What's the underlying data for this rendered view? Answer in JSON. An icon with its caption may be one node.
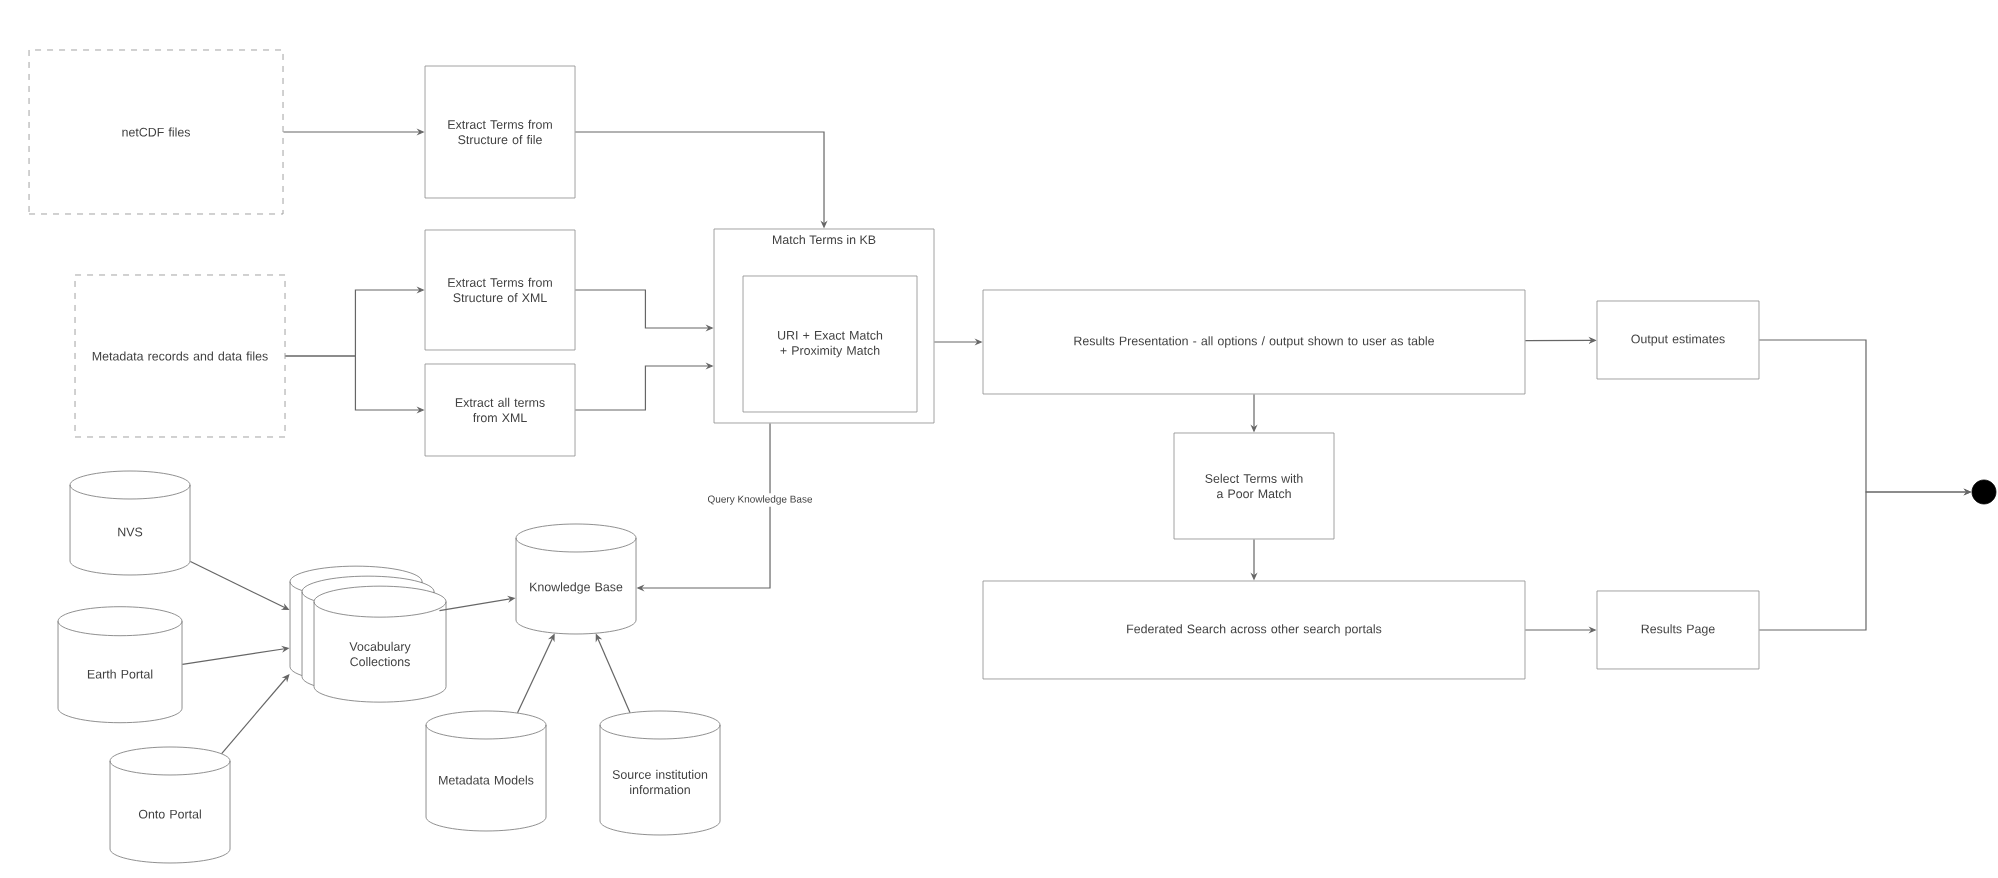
{
  "diagram": {
    "nodes": [
      {
        "text": [
          "netCDF files"
        ]
      },
      {
        "text": [
          "Extract Terms from Structure of file"
        ]
      },
      {
        "text": [
          "Metadata records and data files"
        ]
      },
      {
        "text": [
          "Extract Terms from Structure of XML"
        ]
      },
      {
        "text": [
          "Extract all terms from XML"
        ]
      },
      {
        "text": [
          "Match Terms in KB"
        ]
      },
      {
        "text": [
          "URI + Exact Match + Proximity Match"
        ],
        "in": 5
      },
      {
        "text": [
          "Results Presentation - all options / output shown to user as table"
        ]
      },
      {
        "text": [
          "Output estimates"
        ]
      },
      {
        "text": [
          "Select Terms with a Poor Match"
        ]
      },
      {
        "text": [
          "Federated Search across other search portals"
        ]
      },
      {
        "text": [
          "Results Page"
        ]
      },
      {
        "text": [],
        "shape": "circle"
      },
      {
        "text": [
          "NVS"
        ]
      },
      {
        "text": [
          "Earth Portal"
        ]
      },
      {
        "text": [
          "Onto Portal"
        ]
      },
      {
        "text": [
          "Vocabulary Collections"
        ]
      },
      {
        "text": [
          "Knowledge Base"
        ]
      },
      {
        "text": [
          "Metadata Models"
        ]
      },
      {
        "text": [
          "Source institution information"
        ]
      }
    ],
    "edges": [
      {
        "from": 0,
        "to": 1,
        "arrow": "to"
      },
      {
        "from": 1,
        "to": 5,
        "arrow": "to"
      },
      {
        "from": 2,
        "to": 3,
        "arrow": "to"
      },
      {
        "from": 2,
        "to": 4,
        "arrow": "to"
      },
      {
        "from": 3,
        "to": 5,
        "arrow": "to"
      },
      {
        "from": 4,
        "to": 5,
        "arrow": "to"
      },
      {
        "from": 5,
        "to": 7,
        "arrow": "to"
      },
      {
        "from": 7,
        "to": 8,
        "arrow": "to"
      },
      {
        "from": 7,
        "to": 9,
        "arrow": "to"
      },
      {
        "from": 9,
        "to": 10,
        "arrow": "to"
      },
      {
        "from": 10,
        "to": 11,
        "arrow": "to"
      },
      {
        "from": 8,
        "to": 12,
        "arrow": "to"
      },
      {
        "from": 11,
        "to": 12,
        "arrow": "to"
      },
      {
        "from": 13,
        "to": 16,
        "arrow": "to"
      },
      {
        "from": 14,
        "to": 16,
        "arrow": "to"
      },
      {
        "from": 15,
        "to": 16,
        "arrow": "to"
      },
      {
        "from": 16,
        "to": 17,
        "arrow": "to"
      },
      {
        "from": 5,
        "to": 17,
        "label": "Query Knowledge Base",
        "arrow": "to"
      },
      {
        "from": 18,
        "to": 17,
        "arrow": "to"
      },
      {
        "from": 19,
        "to": 17,
        "arrow": "to"
      }
    ]
  }
}
